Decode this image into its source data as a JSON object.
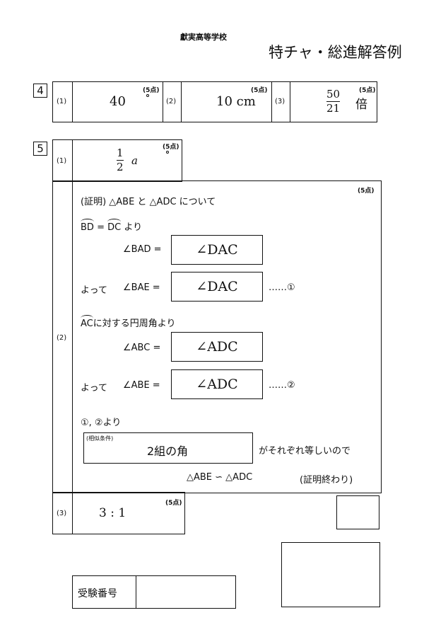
{
  "header": {
    "school": "獻実高等学校",
    "title": "特チャ・総進解答例"
  },
  "q4": {
    "number": "4",
    "cells": [
      {
        "label": "(1)",
        "answer": "40",
        "points": "(5点)"
      },
      {
        "label": "(2)",
        "answer": "10 cm",
        "points": "(5点)"
      },
      {
        "label": "(3)",
        "numerator": "50",
        "denominator": "21",
        "suffix": "倍",
        "points": "(5点)"
      }
    ]
  },
  "q5": {
    "number": "5",
    "p1": {
      "label": "(1)",
      "numerator": "1",
      "denominator": "2",
      "var": "a",
      "points": "(5点)"
    },
    "p2": {
      "label": "(2)",
      "points": "(5点)",
      "intro": "(証明) △ABE と △ADC について",
      "arc1": "BD",
      "eq": "=",
      "arc2": "DC",
      "yori1": "より",
      "bad_label": "∠BAD =",
      "bad_value": "∠DAC",
      "yotte1": "よって",
      "bae_label": "∠BAE =",
      "bae_value": "∠DAC",
      "mark1": "……①",
      "arc3": "AC",
      "arc3_text": "に対する円周角より",
      "abc_label": "∠ABC =",
      "abc_value": "∠ADC",
      "yotte2": "よって",
      "abe_label": "∠ABE =",
      "abe_value": "∠ADC",
      "mark2": "……②",
      "from": "①, ②より",
      "cond_tag": "(相似条件)",
      "cond_value": "2組の角",
      "cond_text": "がそれぞれ等しいので",
      "conclusion": "△ABE ∽ △ADC",
      "end": "(証明終わり)"
    },
    "p3": {
      "label": "(3)",
      "answer": "3 : 1",
      "points": "(5点)"
    }
  },
  "footer": {
    "exam_number_label": "受験番号"
  }
}
